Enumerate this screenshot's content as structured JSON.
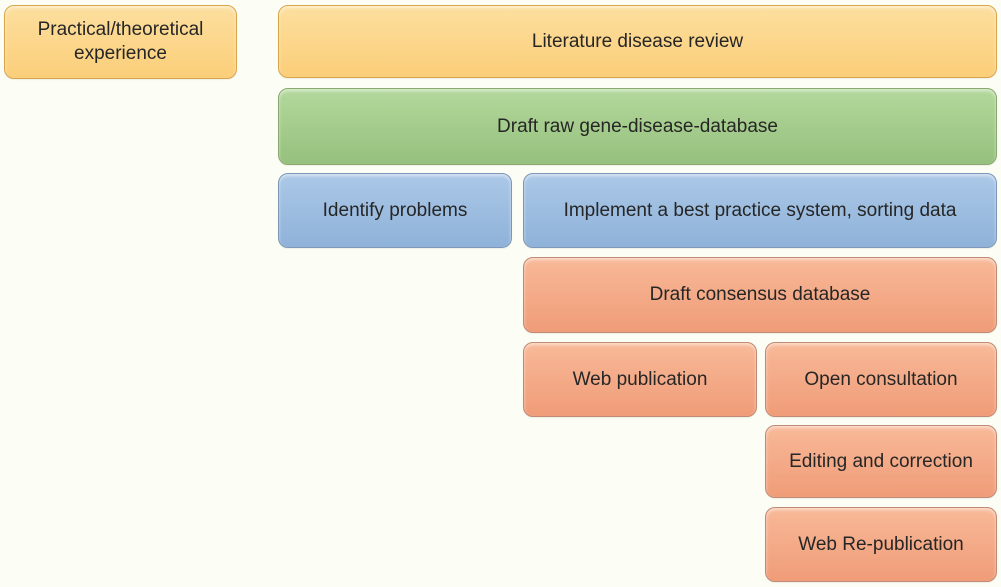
{
  "diagram": {
    "background": "#FCFEF6",
    "text_color": "#262626",
    "palette": {
      "orange": {
        "top": "#FCDF9F",
        "bottom": "#FBCE79",
        "border": "#D9A54B"
      },
      "green": {
        "top": "#B3D89C",
        "bottom": "#96C07D",
        "border": "#8AA970"
      },
      "blue": {
        "top": "#ABC8E7",
        "bottom": "#8FB2D9",
        "border": "#7E97B8"
      },
      "salmon": {
        "top": "#F8B998",
        "bottom": "#F09C78",
        "border": "#C08A74"
      }
    },
    "boxes": {
      "practical": {
        "label": "Practical/theoretical experience",
        "variant": "orange"
      },
      "literature": {
        "label": "Literature disease review",
        "variant": "orange"
      },
      "draft_raw": {
        "label": "Draft raw gene-disease-database",
        "variant": "green"
      },
      "identify": {
        "label": "Identify problems",
        "variant": "blue"
      },
      "implement": {
        "label": "Implement a best practice system, sorting data",
        "variant": "blue"
      },
      "consensus": {
        "label": "Draft consensus database",
        "variant": "salmon"
      },
      "web_publication": {
        "label": "Web publication",
        "variant": "salmon"
      },
      "open_consultation": {
        "label": "Open consultation",
        "variant": "salmon"
      },
      "editing": {
        "label": "Editing and correction",
        "variant": "salmon"
      },
      "web_republication": {
        "label": "Web Re-publication",
        "variant": "salmon"
      }
    }
  }
}
